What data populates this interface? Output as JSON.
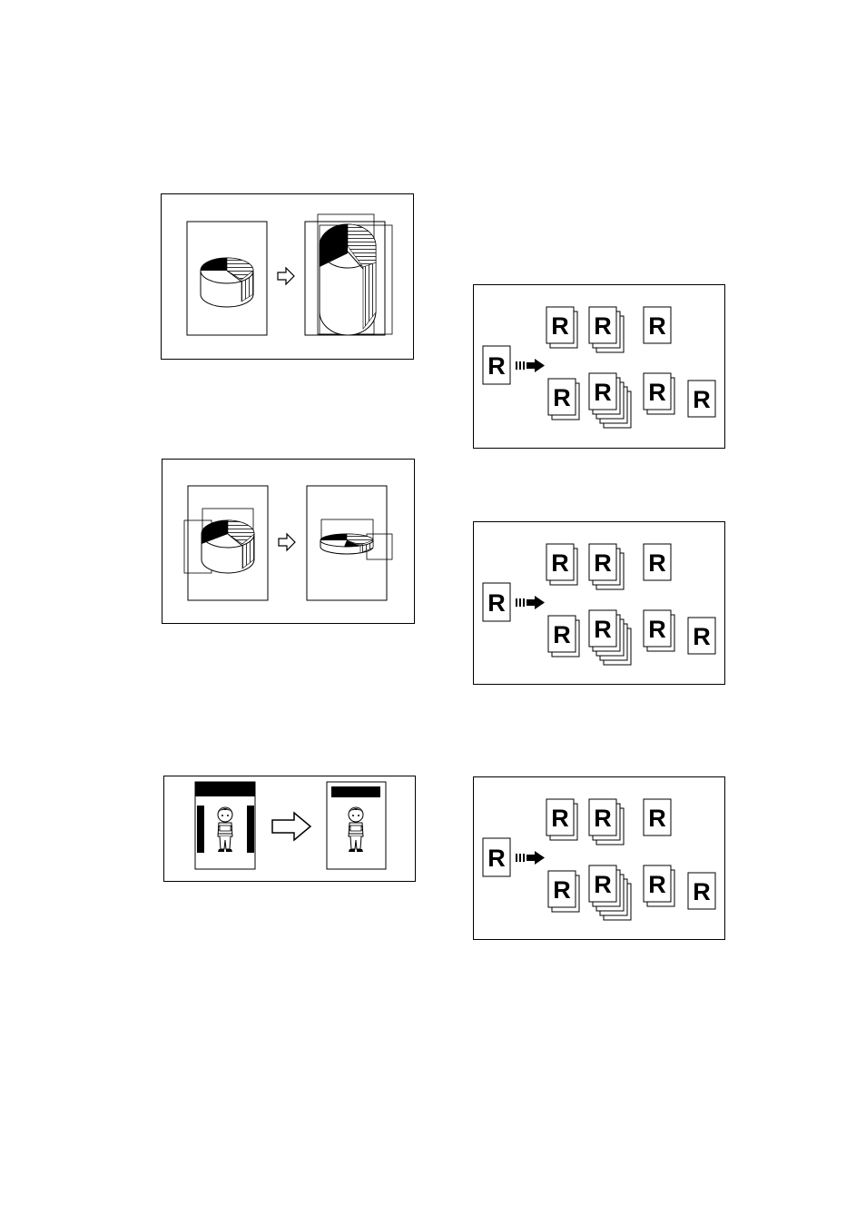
{
  "diagrams": [
    {
      "name": "enlarge-pie-chart"
    },
    {
      "name": "reduce-pie-chart"
    },
    {
      "name": "erase-border-figure"
    },
    {
      "name": "sort-output-1",
      "original_letter": "R",
      "copy_letter": "R"
    },
    {
      "name": "sort-output-2",
      "original_letter": "R",
      "copy_letter": "R"
    },
    {
      "name": "sort-output-3",
      "original_letter": "R",
      "copy_letter": "R"
    }
  ]
}
